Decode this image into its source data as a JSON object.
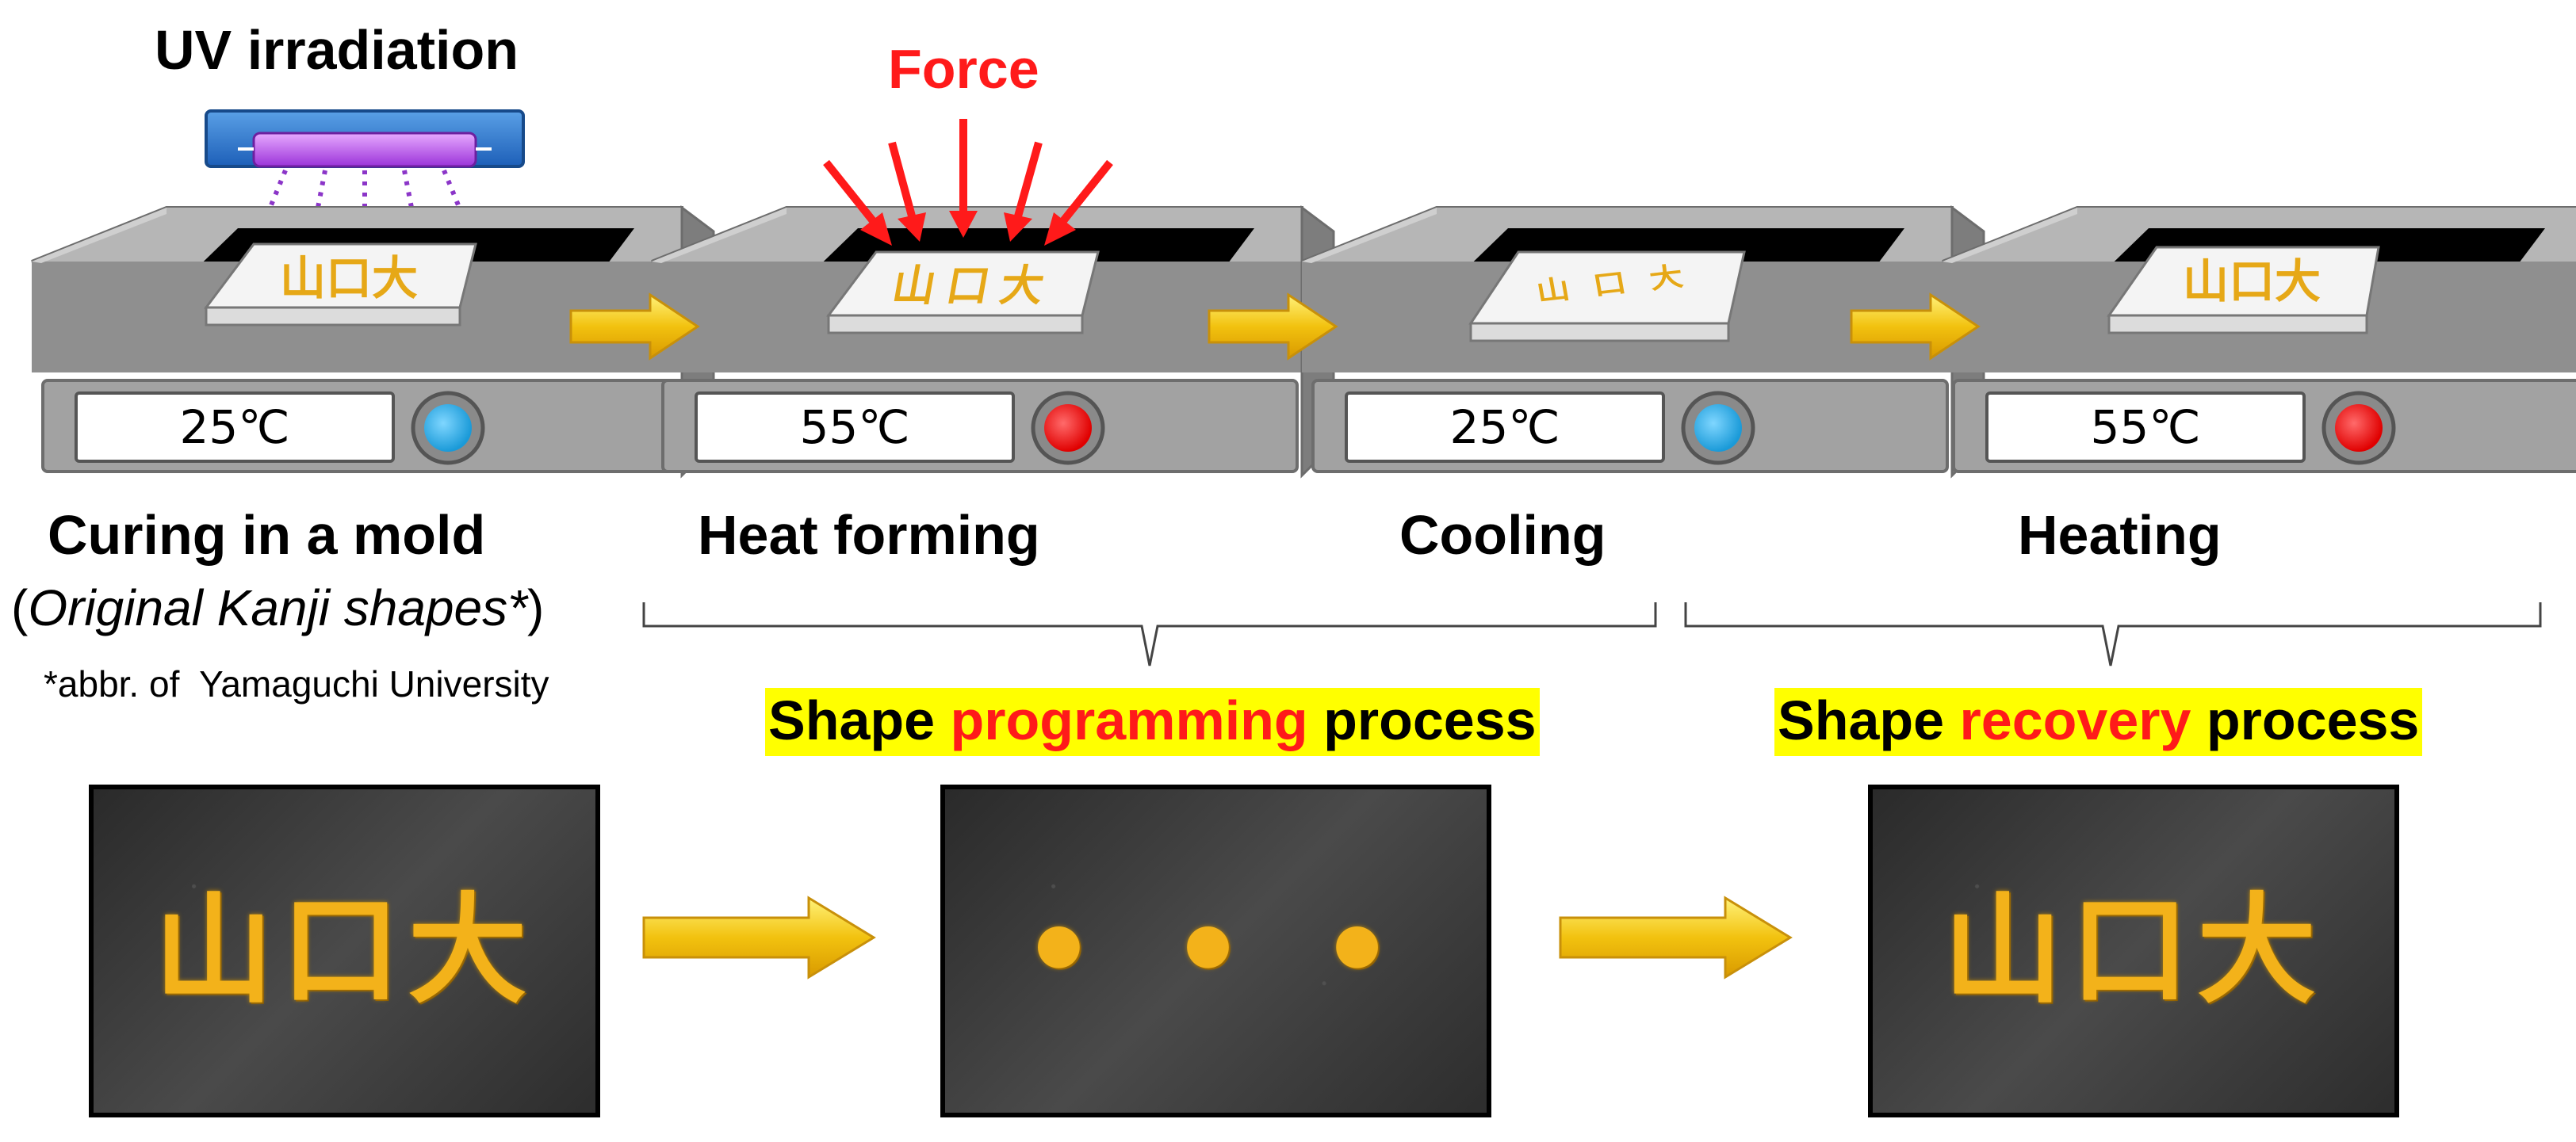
{
  "colors": {
    "cold_indicator": "#29a8e0",
    "hot_indicator": "#ff1a1a",
    "arrow": "#f2c20f",
    "highlight": "#ffff00",
    "accent_text": "#ff1a1a",
    "kanji": "#e6a817"
  },
  "top": {
    "uv_label": "UV irradiation",
    "force_label": "Force"
  },
  "stages": [
    {
      "temp": "25℃",
      "kanji": "山口大",
      "indicator": "cold-indicator-icon"
    },
    {
      "temp": "55℃",
      "kanji": "山口大",
      "indicator": "hot-indicator-icon"
    },
    {
      "temp": "25℃",
      "kanji": "山口大",
      "indicator": "cold-indicator-icon"
    },
    {
      "temp": "55℃",
      "kanji": "山口大",
      "indicator": "hot-indicator-icon"
    }
  ],
  "labels": {
    "curing": "Curing in a mold",
    "original_open": "(",
    "original_italic": "Original Kanji shapes*",
    "original_close": ")",
    "abbr_note": "*abbr. of  Yamaguchi University",
    "heat_forming": "Heat forming",
    "cooling": "Cooling",
    "heating": "Heating"
  },
  "process": {
    "programming": {
      "pre": "Shape ",
      "accent": "programming",
      "post": " process"
    },
    "recovery": {
      "pre": "Shape ",
      "accent": "recovery",
      "post": " process"
    }
  },
  "photos": [
    {
      "text": "山口大"
    },
    {
      "text": "• • •"
    },
    {
      "text": "山口大"
    }
  ]
}
